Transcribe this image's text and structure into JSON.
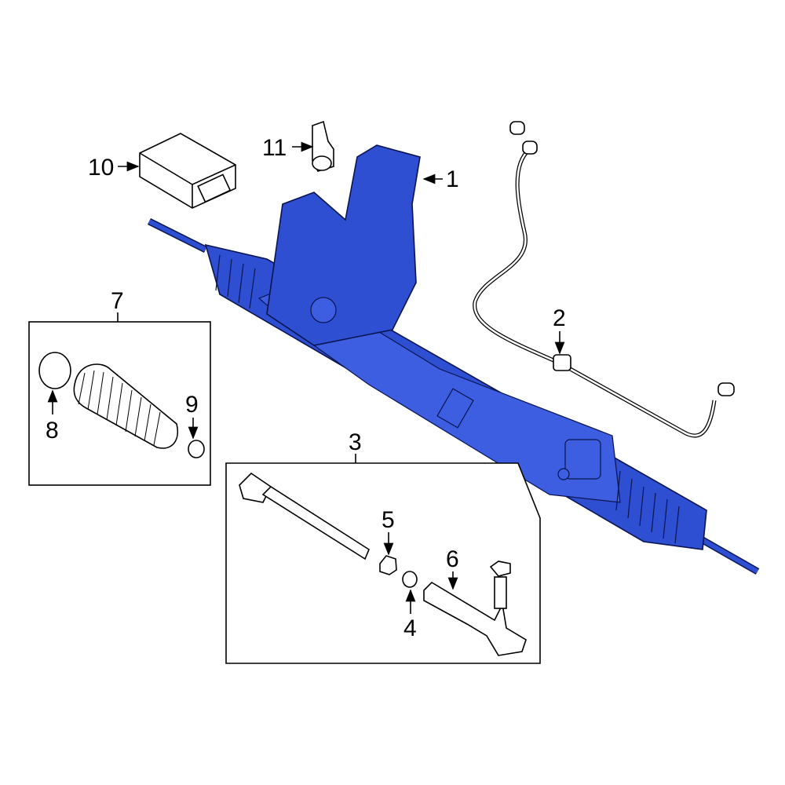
{
  "diagram": {
    "highlight_color": "#2f4fd2",
    "callouts": [
      {
        "id": "1",
        "label": "1"
      },
      {
        "id": "2",
        "label": "2"
      },
      {
        "id": "3",
        "label": "3"
      },
      {
        "id": "4",
        "label": "4"
      },
      {
        "id": "5",
        "label": "5"
      },
      {
        "id": "6",
        "label": "6"
      },
      {
        "id": "7",
        "label": "7"
      },
      {
        "id": "8",
        "label": "8"
      },
      {
        "id": "9",
        "label": "9"
      },
      {
        "id": "10",
        "label": "10"
      },
      {
        "id": "11",
        "label": "11"
      }
    ]
  }
}
